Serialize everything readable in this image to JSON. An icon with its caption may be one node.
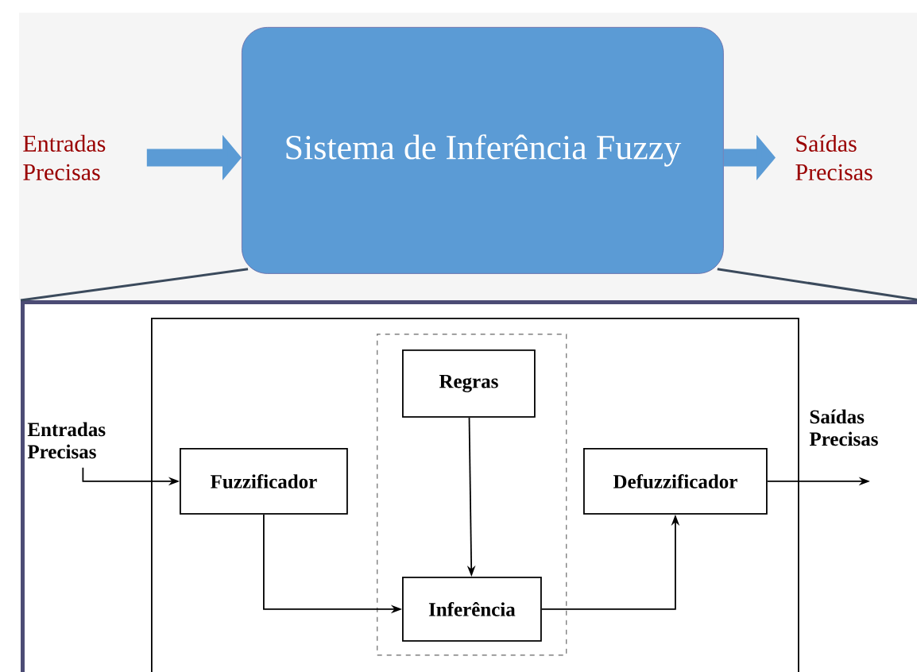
{
  "diagram": {
    "nodes": [
      {
        "text": [
          "Entradas Precisas"
        ]
      },
      {
        "text": [
          "Sistema de Inferência Fuzzy"
        ]
      },
      {
        "text": [
          "Saídas Precisas"
        ]
      },
      {
        "text": [],
        "shape": "box"
      },
      {
        "text": [],
        "shape": "box",
        "in": 3
      },
      {
        "text": [],
        "shape": "box",
        "in": 4
      },
      {
        "text": [
          "Regras"
        ],
        "in": 5
      },
      {
        "text": [
          "Inferência"
        ],
        "in": 5
      },
      {
        "text": [
          "Fuzzificador"
        ],
        "in": 4
      },
      {
        "text": [
          "Defuzzificador"
        ],
        "in": 4
      },
      {
        "text": [
          "Entradas Precisas"
        ],
        "in": 3
      },
      {
        "text": [
          "Saídas Precisas"
        ],
        "in": 3
      }
    ],
    "edges": [
      {
        "from": 0,
        "to": 1,
        "arrow": "to",
        "style": "thick",
        "color": "#5b9bd5"
      },
      {
        "from": 1,
        "to": 2,
        "arrow": "to",
        "style": "thick",
        "color": "#5b9bd5"
      },
      {
        "from": 1,
        "to": 3,
        "arrow": "none",
        "color": "#3b4a5c"
      },
      {
        "from": 1,
        "to": 3,
        "arrow": "none",
        "color": "#3b4a5c"
      },
      {
        "from": 10,
        "to": 8,
        "arrow": "to"
      },
      {
        "from": 8,
        "to": 7,
        "arrow": "to"
      },
      {
        "from": 6,
        "to": 7,
        "arrow": "to"
      },
      {
        "from": 7,
        "to": 9,
        "arrow": "to"
      },
      {
        "from": 9,
        "to": 11,
        "arrow": "to"
      }
    ]
  }
}
